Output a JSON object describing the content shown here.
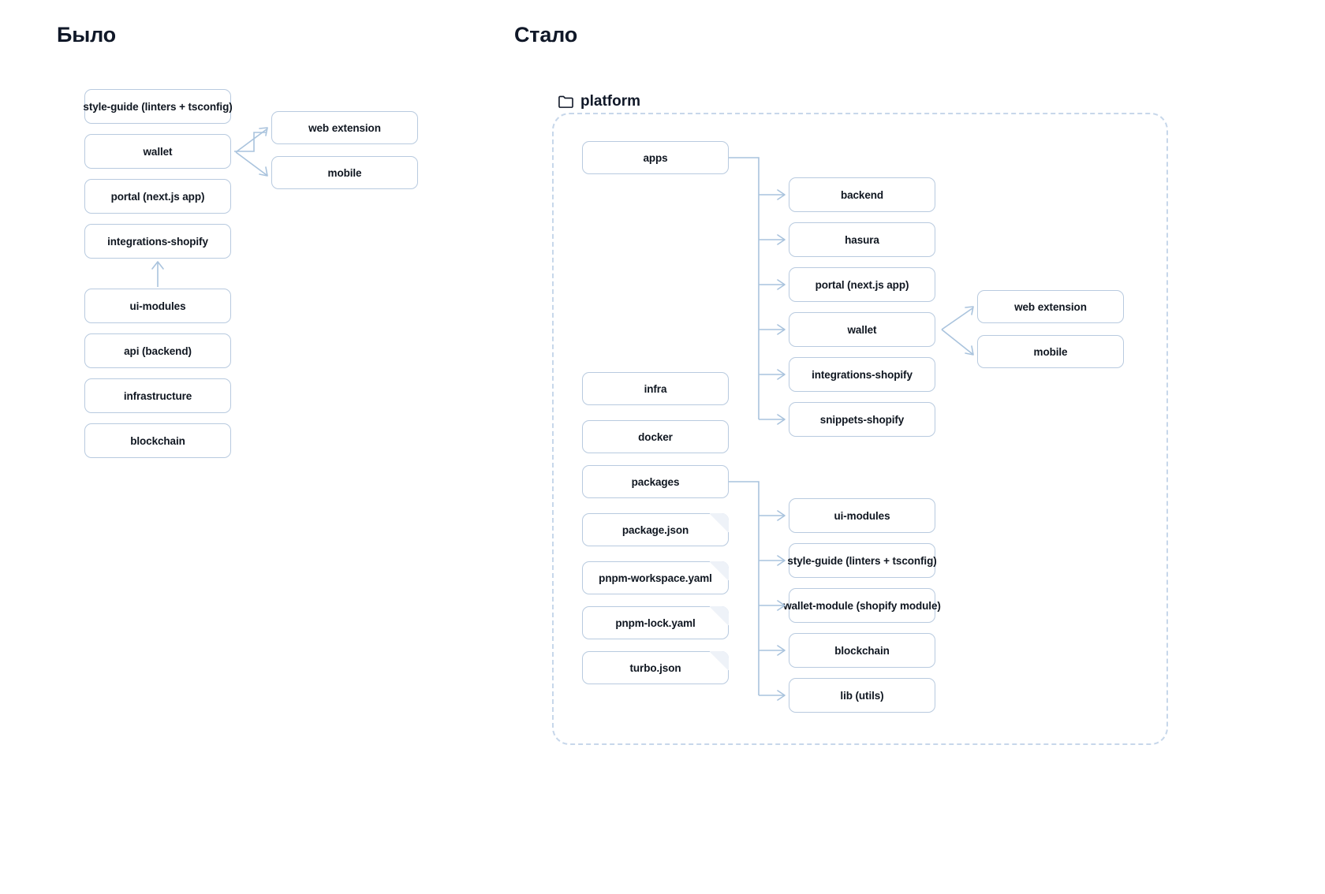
{
  "headings": {
    "before": "Было",
    "after": "Стало"
  },
  "group": {
    "label": "platform",
    "icon": "folder-icon"
  },
  "before_diagram": {
    "main_column": [
      {
        "label": "style-guide (linters + tsconfig)"
      },
      {
        "label": "wallet"
      },
      {
        "label": "portal (next.js app)"
      },
      {
        "label": "integrations-shopify"
      },
      {
        "label": "ui-modules"
      },
      {
        "label": "api (backend)"
      },
      {
        "label": "infrastructure"
      },
      {
        "label": "blockchain"
      }
    ],
    "wallet_children": [
      {
        "label": "web extension"
      },
      {
        "label": "mobile"
      }
    ]
  },
  "after_diagram": {
    "roots": [
      {
        "label": "apps",
        "type": "folder"
      },
      {
        "label": "infra",
        "type": "folder"
      },
      {
        "label": "docker",
        "type": "folder"
      },
      {
        "label": "packages",
        "type": "folder"
      },
      {
        "label": "package.json",
        "type": "file"
      },
      {
        "label": "pnpm-workspace.yaml",
        "type": "file"
      },
      {
        "label": "pnpm-lock.yaml",
        "type": "file"
      },
      {
        "label": "turbo.json",
        "type": "file"
      }
    ],
    "apps_children": [
      {
        "label": "backend"
      },
      {
        "label": "hasura"
      },
      {
        "label": "portal (next.js app)"
      },
      {
        "label": "wallet"
      },
      {
        "label": "integrations-shopify"
      },
      {
        "label": "snippets-shopify"
      }
    ],
    "wallet_children": [
      {
        "label": "web extension"
      },
      {
        "label": "mobile"
      }
    ],
    "packages_children": [
      {
        "label": "ui-modules"
      },
      {
        "label": "style-guide (linters + tsconfig)"
      },
      {
        "label": "wallet-module (shopify module)"
      },
      {
        "label": "blockchain"
      },
      {
        "label": "lib (utils)"
      }
    ]
  },
  "colors": {
    "node_border": "#b8cadf",
    "link": "#a9c3dd",
    "group_border": "#c7d7ea",
    "text": "#0f1620",
    "background": "#ffffff"
  }
}
